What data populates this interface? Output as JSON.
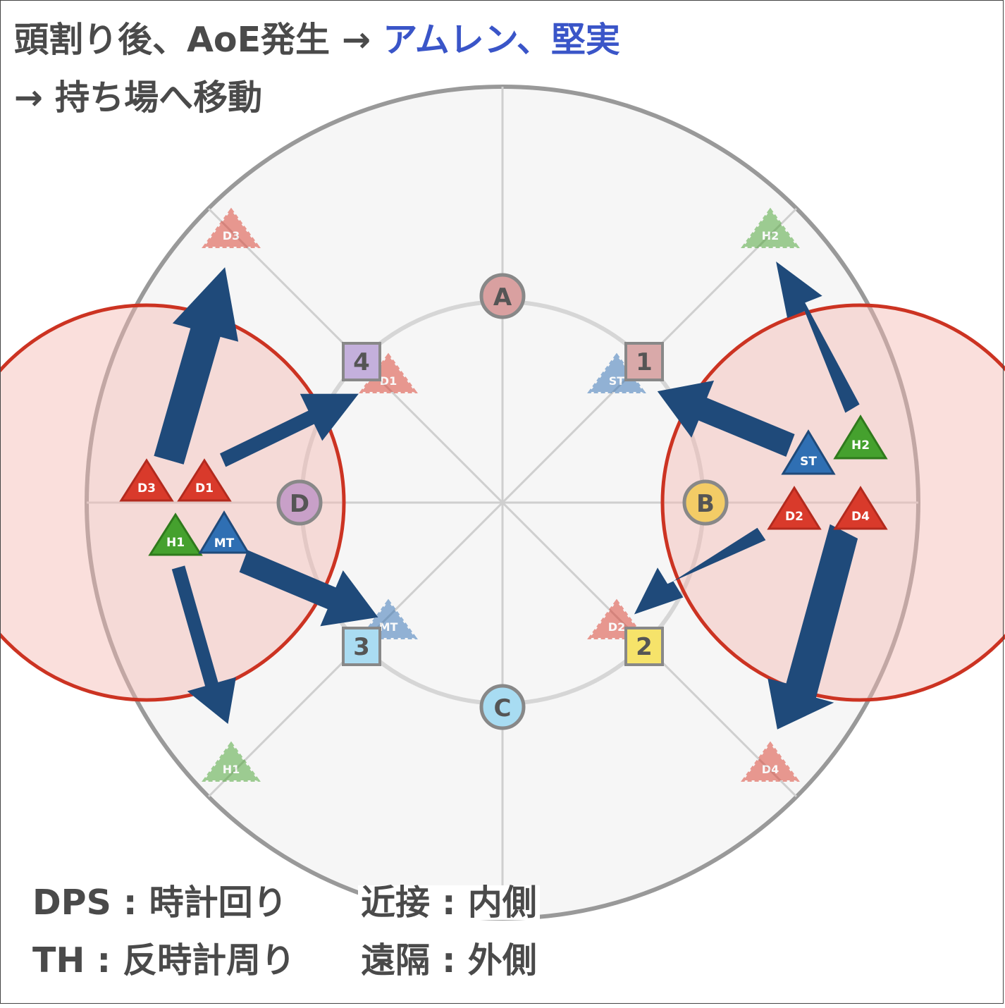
{
  "header": {
    "line1_main": "頭割り後、AoE発生 → ",
    "line1_accent": "アムレン、堅実",
    "line2": "→ 持ち場へ移動"
  },
  "legend": {
    "dps": "DPS : 時計回り",
    "th": "TH : 反時計周り",
    "melee": "近接 : 内側",
    "ranged": "遠隔 : 外側"
  },
  "colors": {
    "accent": "#3a55c8",
    "arrow": "#1f4a7a",
    "aoe_fill": "#f6cfcb",
    "aoe_stroke": "#cc3322",
    "dps": "#d93a2b",
    "tank": "#2f6fb3",
    "healer": "#45a12e"
  },
  "waymarks": {
    "circles": [
      {
        "label": "A",
        "color": "#d9a0a0"
      },
      {
        "label": "B",
        "color": "#f3cc66"
      },
      {
        "label": "C",
        "color": "#a8dcf2"
      },
      {
        "label": "D",
        "color": "#c8a0c8"
      }
    ],
    "squares": [
      {
        "label": "1",
        "color": "#d9a9a9"
      },
      {
        "label": "2",
        "color": "#f6e36a"
      },
      {
        "label": "3",
        "color": "#aadcf2"
      },
      {
        "label": "4",
        "color": "#c4b0dc"
      }
    ]
  },
  "players": {
    "current": [
      {
        "label": "D3",
        "role": "dps"
      },
      {
        "label": "D1",
        "role": "dps"
      },
      {
        "label": "H1",
        "role": "healer"
      },
      {
        "label": "MT",
        "role": "tank"
      },
      {
        "label": "ST",
        "role": "tank"
      },
      {
        "label": "H2",
        "role": "healer"
      },
      {
        "label": "D2",
        "role": "dps"
      },
      {
        "label": "D4",
        "role": "dps"
      }
    ],
    "ghosts": [
      {
        "label": "D3",
        "role": "dps"
      },
      {
        "label": "D1",
        "role": "dps"
      },
      {
        "label": "MT",
        "role": "tank"
      },
      {
        "label": "H1",
        "role": "healer"
      },
      {
        "label": "H2",
        "role": "healer"
      },
      {
        "label": "ST",
        "role": "tank"
      },
      {
        "label": "D2",
        "role": "dps"
      },
      {
        "label": "D4",
        "role": "dps"
      }
    ]
  }
}
